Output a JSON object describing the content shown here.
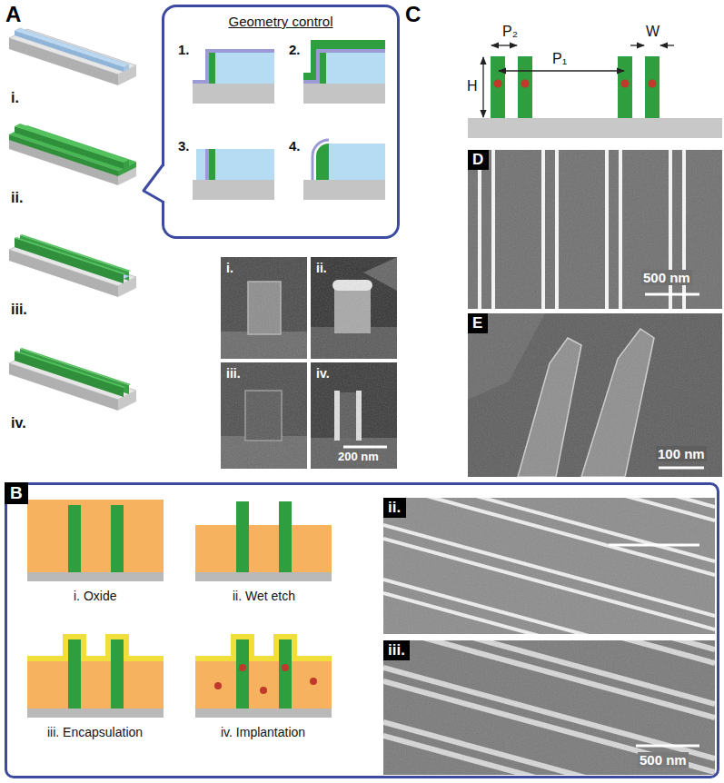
{
  "diagram": {
    "nodes": [
      {
        "text": [
          "Geometry control"
        ]
      },
      {
        "text": [
          "B"
        ]
      },
      {
        "text": [
          "ii."
        ],
        "in": 1
      },
      {
        "text": [
          "iii."
        ],
        "in": 1
      },
      {
        "text": [
          "D"
        ]
      },
      {
        "text": [
          "E"
        ]
      }
    ],
    "labels": [
      "A",
      "i.",
      "ii.",
      "iii.",
      "iv.",
      "1.",
      "2.",
      "3.",
      "4.",
      "i.",
      "ii.",
      "iii.",
      "iv.",
      "200 nm",
      "i. Oxide",
      "ii. Wet etch",
      "iii. Encapsulation",
      "iv. Implantation",
      "C",
      "P₂",
      "W",
      "H",
      "P₁",
      "500 nm",
      "100 nm",
      "500 nm"
    ]
  }
}
